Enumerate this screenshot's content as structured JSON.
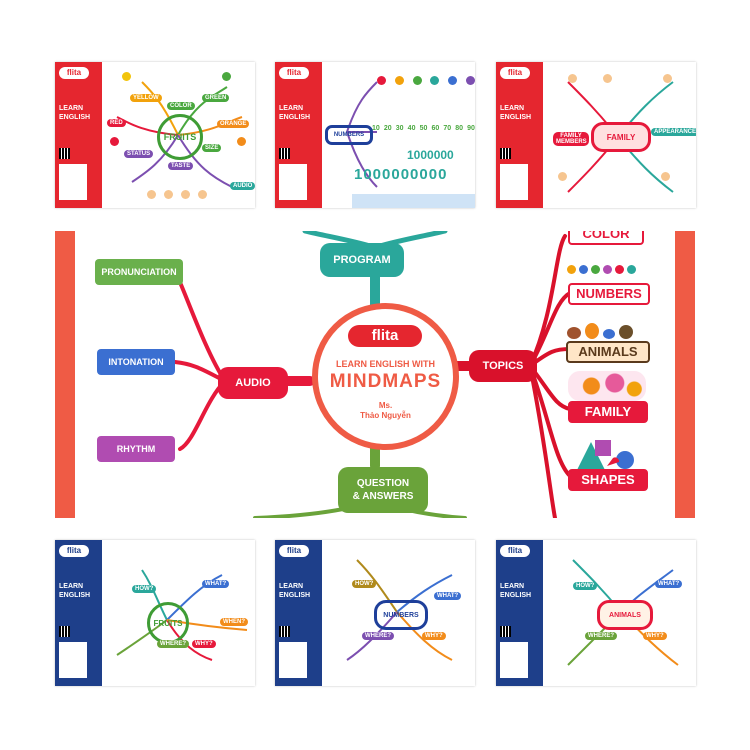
{
  "thumbs_top": [
    {
      "band_label": "LEARN ENGLISH",
      "logo": "flita",
      "hub": "FRUITS",
      "hub_color": "#3f9c35",
      "branches": [
        "COLOR",
        "YELLOW",
        "RED",
        "GREEN",
        "ORANGE",
        "SIZE",
        "TASTE",
        "STATUS",
        "AUDIO"
      ]
    },
    {
      "band_label": "LEARN ENGLISH",
      "logo": "flita",
      "hub": "NUMBERS",
      "hub_color": "#1e3f9a",
      "numbers_row1": [
        "10",
        "20",
        "30",
        "40",
        "50",
        "60",
        "70",
        "80",
        "90"
      ],
      "big1": "1000000",
      "big2": "1000000000"
    },
    {
      "band_label": "LEARN ENGLISH",
      "logo": "flita",
      "hub": "FAMILY",
      "hub_color": "#e6193b",
      "branches": [
        "FAMILY MEMBERS",
        "APPEARANCE"
      ]
    }
  ],
  "thumbs_bottom": [
    {
      "band_label": "LEARN ENGLISH",
      "logo": "flita",
      "hub": "FRUITS",
      "branches": [
        "HOW?",
        "WHAT?",
        "WHERE?",
        "WHY?",
        "WHEN?"
      ]
    },
    {
      "band_label": "LEARN ENGLISH",
      "logo": "flita",
      "hub": "NUMBERS",
      "branches": [
        "HOW?",
        "WHAT?",
        "WHERE?",
        "WHY?"
      ]
    },
    {
      "band_label": "LEARN ENGLISH",
      "logo": "flita",
      "hub": "ANIMALS",
      "branches": [
        "HOW?",
        "WHAT?",
        "WHERE?",
        "WHY?"
      ]
    }
  ],
  "main": {
    "logo": "flita",
    "center_line1": "LEARN ENGLISH WITH",
    "center_line2": "MINDMAPS",
    "author_line1": "Ms.",
    "author_line2": "Thảo Nguyễn",
    "program": "PROGRAM",
    "audio": "AUDIO",
    "topics": "TOPICS",
    "qa_line1": "QUESTION",
    "qa_line2": "& ANSWERS",
    "audio_items": [
      "PRONUNCIATION",
      "INTONATION",
      "RHYTHM"
    ],
    "topic_items": [
      "COLOR",
      "NUMBERS",
      "ANIMALS",
      "FAMILY",
      "SHAPES"
    ],
    "colors": {
      "edge": "#ef5b45",
      "program": "#2aa79b",
      "audio": "#e6193b",
      "topics": "#d9112b",
      "qa": "#6aa33a",
      "pronunciation": "#6ab04c",
      "intonation": "#3b6fd1",
      "rhythm": "#b04cb1"
    }
  }
}
